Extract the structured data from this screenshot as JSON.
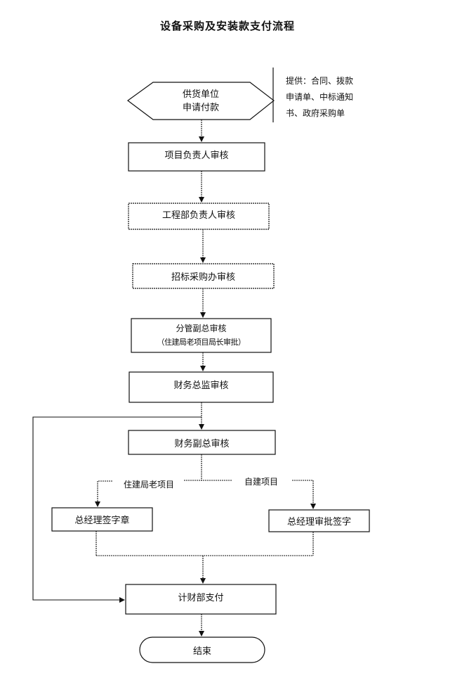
{
  "title": "设备采购及安装款支付流程",
  "note": "提供：合同、拨款申请单、中标通知书、政府采购单",
  "nodes": {
    "start_line1": "供货单位",
    "start_line2": "申请付款",
    "step1": "项目负责人审核",
    "step2": "工程部负责人审核",
    "step3": "招标采购办审核",
    "step4_line1": "分管副总审核",
    "step4_line2": "（住建局老项目局长审批）",
    "step5": "财务总监审核",
    "step6": "财务副总审核",
    "branch_left_label": "住建局老项目",
    "branch_right_label": "自建项目",
    "left_box": "总经理签字章",
    "right_box": "总经理审批签字",
    "pay": "计财部支付",
    "end": "结束"
  }
}
